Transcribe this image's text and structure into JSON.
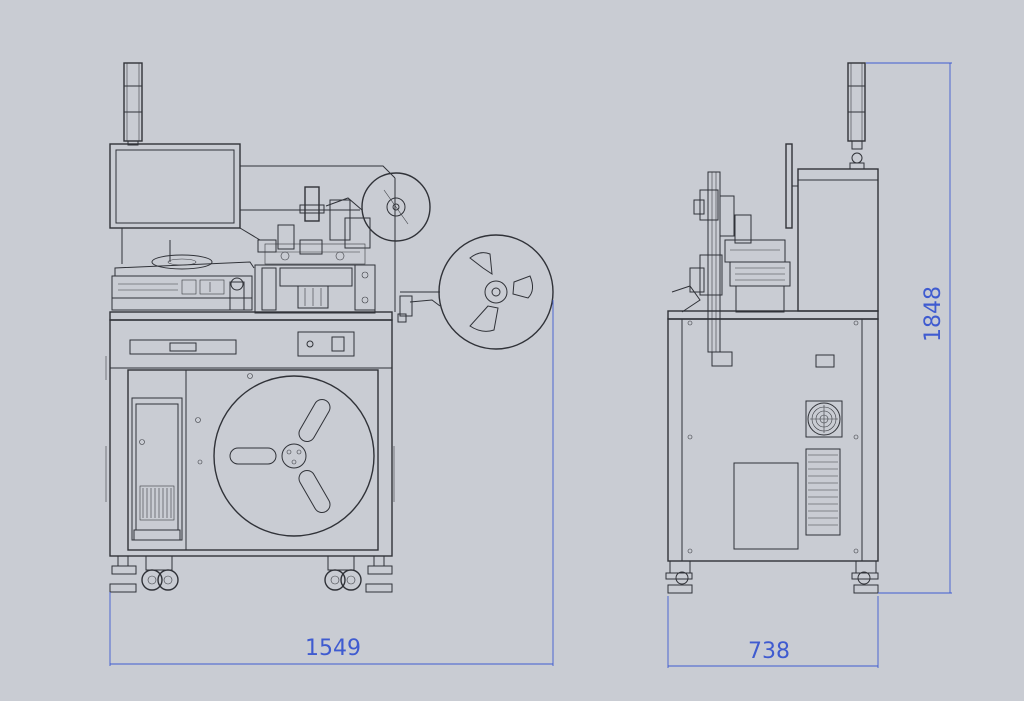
{
  "drawing": {
    "line_color": "#303238",
    "dimension_color": "#3f5bd0",
    "background": "#c9ccd3"
  },
  "dimensions": {
    "front_width": "1549",
    "side_depth": "738",
    "total_height": "1848"
  }
}
